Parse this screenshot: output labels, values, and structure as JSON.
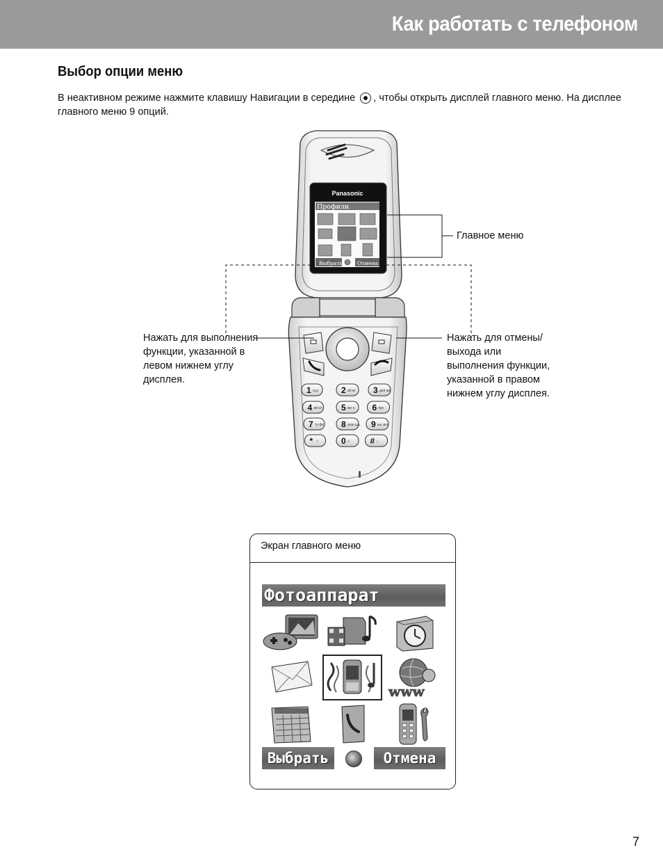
{
  "header": {
    "title": "Как работать с телефоном"
  },
  "section": {
    "title": "Выбор опции меню",
    "intro_before": "В неактивном режиме нажмите клавишу Навигации в середине",
    "intro_after": ", чтобы  открыть дисплей главного меню. На дисплее главного меню 9 опций."
  },
  "phone": {
    "brand": "Panasonic",
    "screen_title": "Профили",
    "softkey_left": "Выбрать",
    "softkey_right": "Отмена",
    "keys": [
      {
        "num": "1",
        "sub": "ω.ρ"
      },
      {
        "num": "2",
        "sub": "аб вг"
      },
      {
        "num": "3",
        "sub": "деё жз"
      },
      {
        "num": "4",
        "sub": "ий кл"
      },
      {
        "num": "5",
        "sub": "мн о"
      },
      {
        "num": "6",
        "sub": "прс"
      },
      {
        "num": "7",
        "sub": "ту фх"
      },
      {
        "num": "8",
        "sub": "цчш щъ"
      },
      {
        "num": "9",
        "sub": "ыь эюя"
      },
      {
        "num": "*",
        "sub": "☆"
      },
      {
        "num": "0",
        "sub": "+"
      },
      {
        "num": "#",
        "sub": "♪"
      }
    ]
  },
  "callouts": {
    "main_menu": "Главное меню",
    "left_softkey": [
      "Нажать для выполнения",
      "функции, указанной в",
      "левом нижнем углу",
      "дисплея."
    ],
    "right_softkey": [
      "Нажать для отмены/",
      "выхода или",
      "выполнения функции,",
      "указанной в правом",
      "нижнем углу дисплея."
    ]
  },
  "main_screen": {
    "caption": "Экран главного меню",
    "title": "Фотоаппарат",
    "softkey_left": "Выбрать",
    "softkey_right": "Отмена",
    "icons": [
      "games-icon",
      "media-icon",
      "alarm-clock-icon",
      "envelope-icon",
      "profiles-phone-icon",
      "www-globe-icon",
      "calendar-icon",
      "phonebook-icon",
      "settings-phone-icon"
    ],
    "selected_index": 4
  },
  "page_number": "7"
}
